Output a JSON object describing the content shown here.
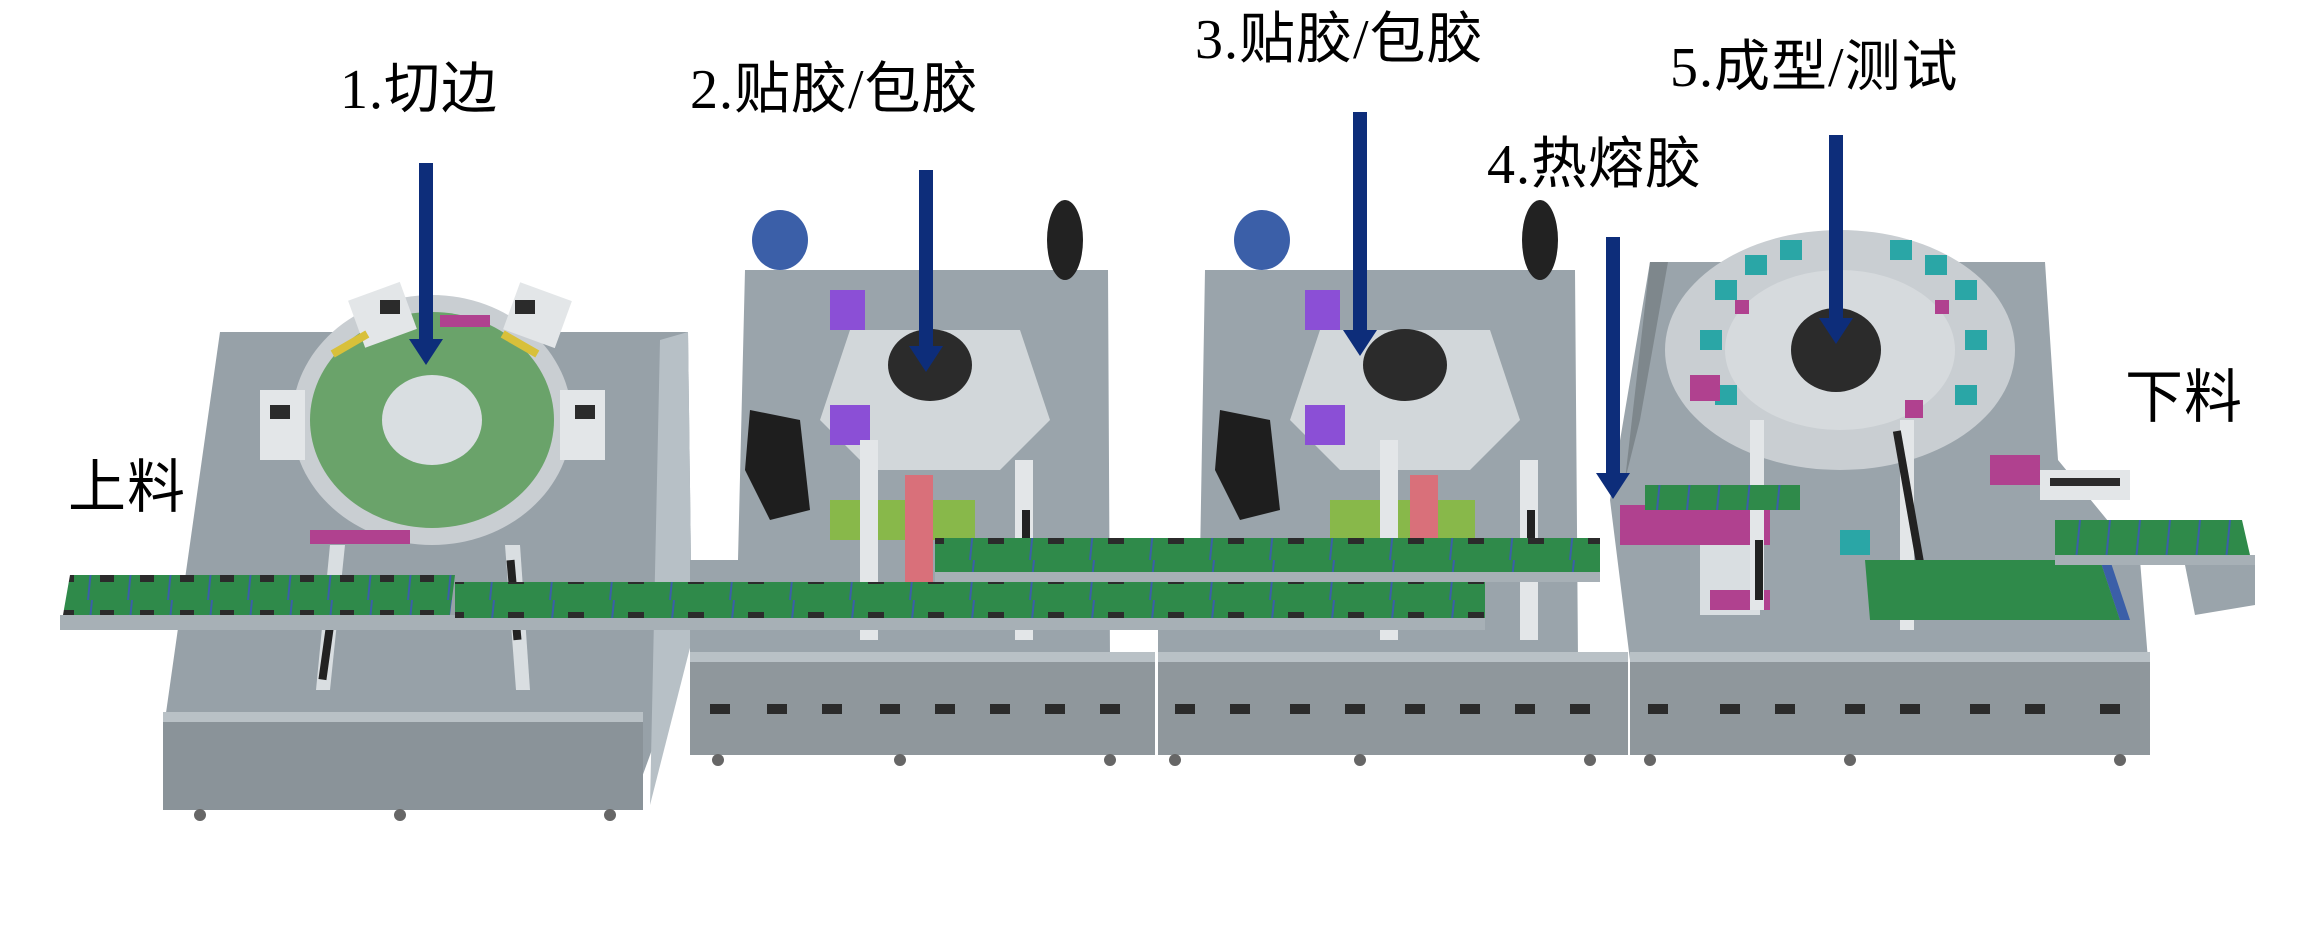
{
  "figure": {
    "description": "Production line layout with five processing stations, infeed and outfeed conveyors",
    "colors": {
      "arrow": "#0d2d7a",
      "machine_top": "#9aa4ab",
      "machine_side": "#8a9399",
      "cabinet": "#8f979c",
      "conveyor_belt": "#2f8a4a",
      "turntable_green": "#6aa36a",
      "turntable_dark": "#2b2b2b",
      "accent_magenta": "#b0418f",
      "accent_purple": "#8b4fd6",
      "accent_teal": "#2aa6a6",
      "accent_salmon": "#d9707a",
      "accent_lime": "#88b84a"
    }
  },
  "stations": [
    {
      "id": 1,
      "label": "1.切边"
    },
    {
      "id": 2,
      "label": "2.贴胶/包胶"
    },
    {
      "id": 3,
      "label": "3.贴胶/包胶"
    },
    {
      "id": 4,
      "label": "4.热熔胶"
    },
    {
      "id": 5,
      "label": "5.成型/测试"
    }
  ],
  "infeed": {
    "label": "上料"
  },
  "outfeed": {
    "label": "下料"
  }
}
